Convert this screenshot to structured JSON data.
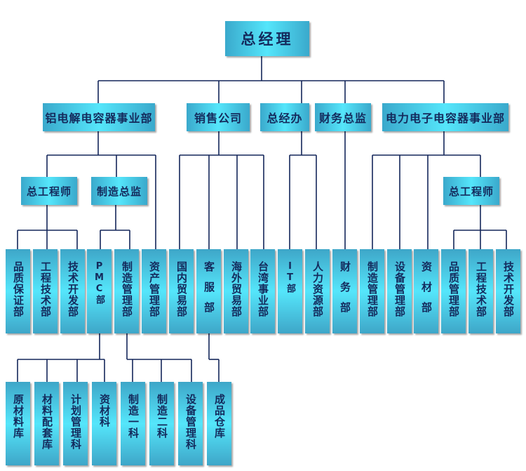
{
  "title": "总经理",
  "level1": {
    "aluminum_division": "铝电解电容器事业部",
    "sales_company": "销售公司",
    "gm_office": "总经办",
    "finance_director": "财务总监",
    "power_electronics_division": "电力电子电容器事业部"
  },
  "level2": {
    "left_chief_engineer": "总工程师",
    "manufacturing_director": "制造总监",
    "right_chief_engineer": "总工程师"
  },
  "level3": [
    "品质保证部",
    "工程技术部",
    "技术开发部",
    "PMC部",
    "制造管理部",
    "资产管理部",
    "国内贸易部",
    "客服部",
    "海外贸易部",
    "台湾事业部",
    "IT部",
    "人力资源部",
    "财务部",
    "制造管理部",
    "设备管理部",
    "资材部",
    "品质管理部",
    "工程技术部",
    "技术开发部"
  ],
  "level4": [
    "原材料库",
    "材料配套库",
    "计划管理科",
    "资材科",
    "制造一科",
    "制造二科",
    "设备管理科",
    "成品仓库"
  ]
}
